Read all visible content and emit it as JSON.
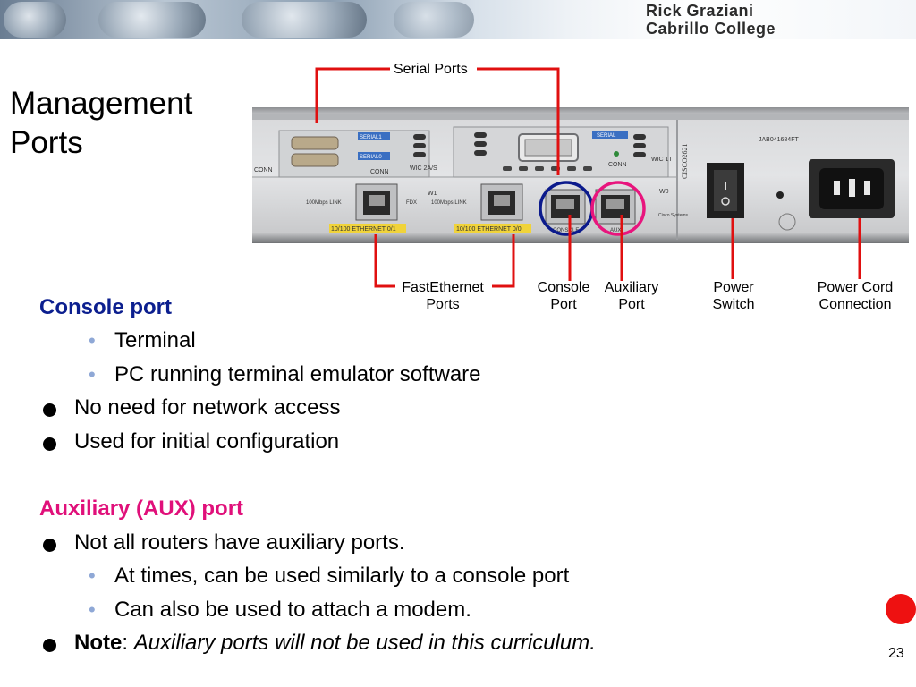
{
  "header": {
    "author_line1": "Rick Graziani",
    "author_line2": "Cabrillo College"
  },
  "slide": {
    "title_line1": "Management",
    "title_line2": "Ports",
    "page_number": "23"
  },
  "figure": {
    "callouts": {
      "serial_ports": "Serial Ports",
      "fastethernet_line1": "FastEthernet",
      "fastethernet_line2": "Ports",
      "console_line1": "Console",
      "console_line2": "Port",
      "auxiliary_line1": "Auxiliary",
      "auxiliary_line2": "Port",
      "power_switch_line1": "Power",
      "power_switch_line2": "Switch",
      "power_cord_line1": "Power Cord",
      "power_cord_line2": "Connection"
    },
    "panel_labels": {
      "serial1": "SERIAL1",
      "serial0": "SERIAL0",
      "conn": "CONN",
      "wic_2as": "WIC 2A/S",
      "serial": "SERIAL",
      "wic_1t": "WIC 1T",
      "serial_no": "JAB041684FT",
      "link_100": "100Mbps LINK",
      "fdx": "FDX",
      "eth0": "10/100 ETHERNET 0/1",
      "eth1": "10/100 ETHERNET 0/0",
      "w1": "W1",
      "w0": "W0",
      "console": "CONSOLE",
      "aux": "AUX",
      "model": "CISCO2621",
      "brand": "Cisco Systems"
    },
    "highlight_colors": {
      "console": "#0b1a8c",
      "auxiliary": "#e8157d",
      "callout_lines": "#e01010"
    }
  },
  "content": {
    "console_heading": "Console port",
    "console_items": [
      "Terminal",
      "PC running terminal emulator software"
    ],
    "console_bullets": [
      "No need for network access",
      "Used for initial configuration"
    ],
    "aux_heading": "Auxiliary (AUX) port",
    "aux_bullet": "Not all routers have auxiliary ports.",
    "aux_items": [
      "At times, can be used similarly to a console port",
      "Can also be used to attach a modem."
    ],
    "note_label": "Note",
    "note_colon": ":",
    "note_text": "Auxiliary ports will not be used in this curriculum."
  }
}
